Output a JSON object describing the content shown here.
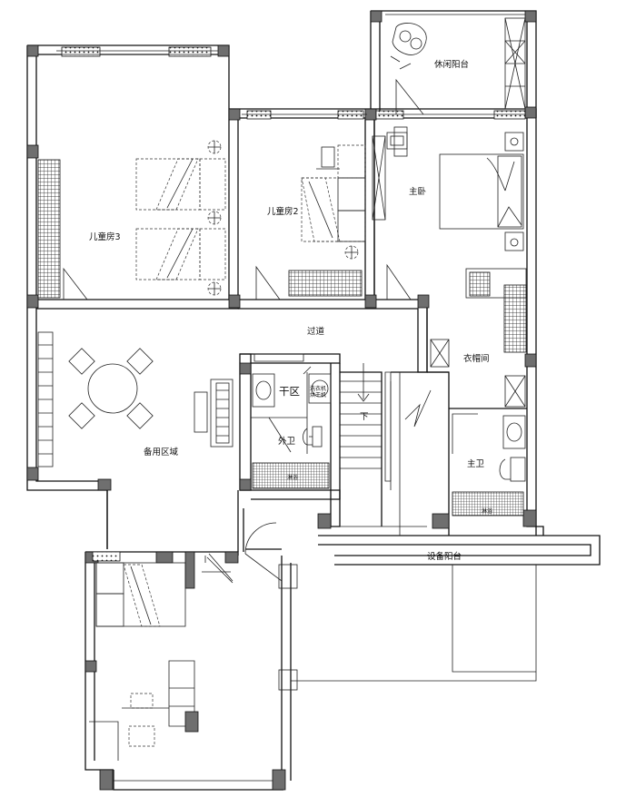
{
  "rooms": {
    "leisure_balcony": "休闲阳台",
    "kids_room_2": "儿童房2",
    "kids_room_3": "儿童房3",
    "master_bedroom": "主卧",
    "corridor": "过道",
    "walk_in_closet": "衣帽间",
    "dry_zone": "干区",
    "washer_dryer": "洗衣机\n烘干机",
    "down_arrow": "下",
    "guest_bath": "外卫",
    "master_bath": "主卫",
    "reserve_area": "备用区域",
    "equipment_balcony": "设备阳台",
    "shower_small_1": "淋浴",
    "shower_small_2": "淋浴"
  }
}
